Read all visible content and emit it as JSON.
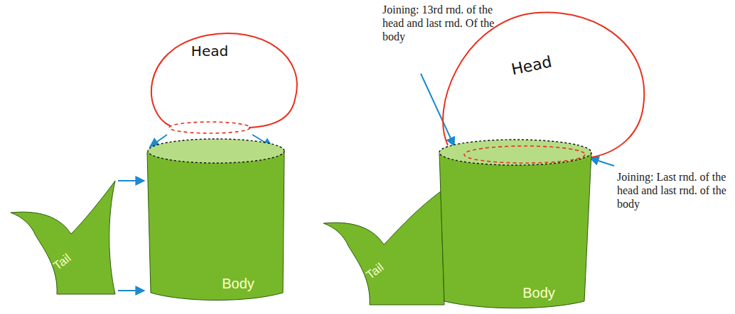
{
  "diagram": {
    "nodes": [
      {
        "text": [
          "Head"
        ]
      },
      {
        "text": [
          "Body"
        ]
      },
      {
        "text": [
          "Tail"
        ]
      },
      {
        "text": [
          "Head"
        ]
      },
      {
        "text": [
          "Body"
        ]
      },
      {
        "text": [
          "Tail"
        ]
      }
    ],
    "edges": [
      {
        "from": 0,
        "to": 1,
        "arrow": "to"
      },
      {
        "from": 0,
        "to": 1,
        "arrow": "to"
      },
      {
        "from": 2,
        "to": 1,
        "arrow": "to"
      },
      {
        "from": 2,
        "to": 1,
        "arrow": "to"
      }
    ],
    "labels": [
      "Joining: 13rd rnd. of the head and last rnd. Of the body",
      "Joining: Last rnd. of the head and last rnd. of the body"
    ]
  }
}
